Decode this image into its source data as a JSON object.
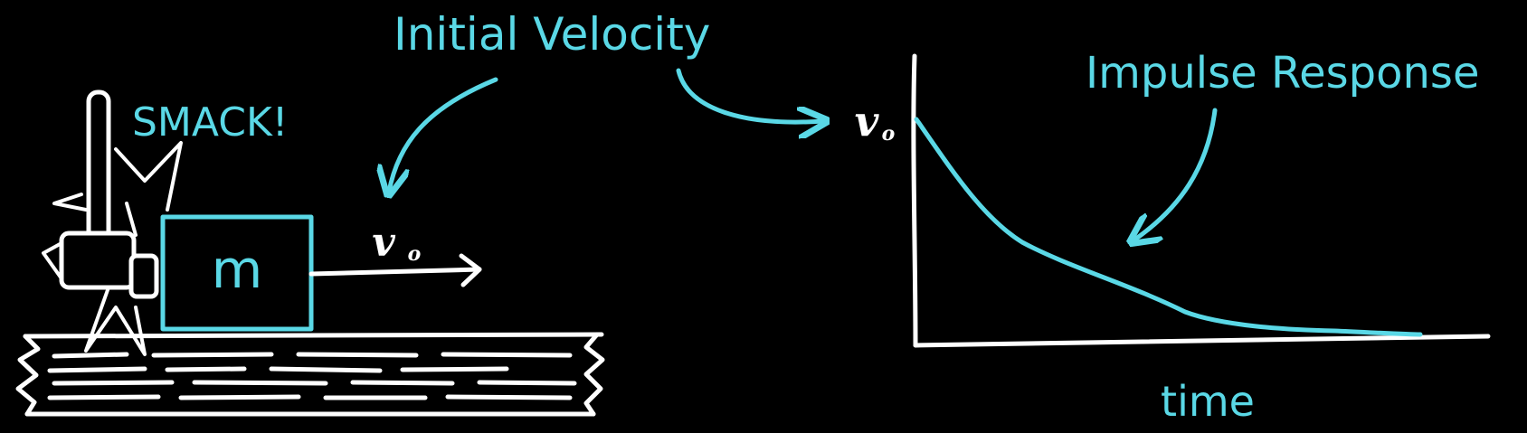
{
  "colors": {
    "background": "#000000",
    "ink": "#ffffff",
    "accent": "#5ad8e6"
  },
  "labels": {
    "initial_velocity": "Initial Velocity",
    "smack": "SMACK!",
    "mass": "m",
    "velocity_block": "v",
    "velocity_block_sub": "o",
    "velocity_axis": "v",
    "velocity_axis_sub": "o",
    "impulse_response": "Impulse Response",
    "time": "time"
  },
  "icons": [
    "hammer-icon",
    "impact-burst-icon",
    "wooden-floor-icon"
  ]
}
